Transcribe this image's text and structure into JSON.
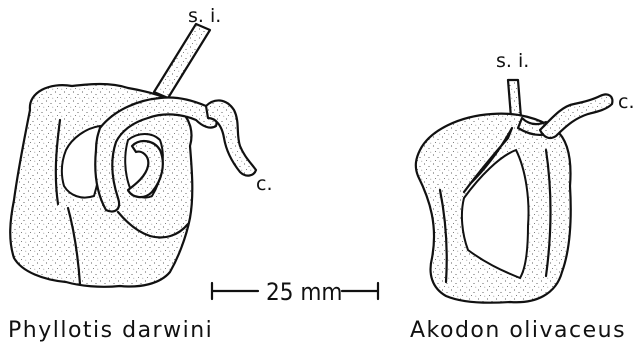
{
  "left_specimen": {
    "species": "Phyllotis darwini",
    "label_si": "s. i.",
    "label_c": "c."
  },
  "right_specimen": {
    "species": "Akodon olivaceus",
    "label_si": "s. i.",
    "label_c": "c."
  },
  "scale_bar": {
    "label": "25 mm"
  }
}
